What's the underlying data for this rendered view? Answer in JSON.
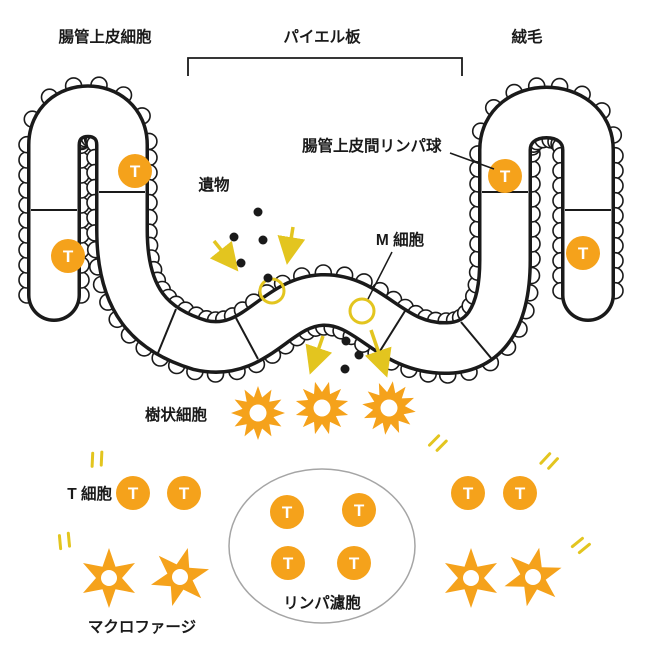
{
  "labels": {
    "epithelial_cells": "腸管上皮細胞",
    "peyers_patch": "パイエル板",
    "villus": "絨毛",
    "intraepithelial_lymphocyte": "腸管上皮間リンパ球",
    "foreign_matter": "遺物",
    "m_cell": "M 細胞",
    "dendritic_cell": "樹状細胞",
    "t_cell": "T 細胞",
    "lymphoid_follicle": "リンパ濾胞",
    "macrophage": "マクロファージ"
  },
  "glyphs": {
    "t_cell_letter": "T"
  },
  "colors": {
    "cell_orange": "#F5A21B",
    "arrow_yellow": "#E3C51F",
    "outline_black": "#1A1A1A",
    "follicle_gray": "#A5A5A5",
    "background": "#FFFFFF"
  }
}
